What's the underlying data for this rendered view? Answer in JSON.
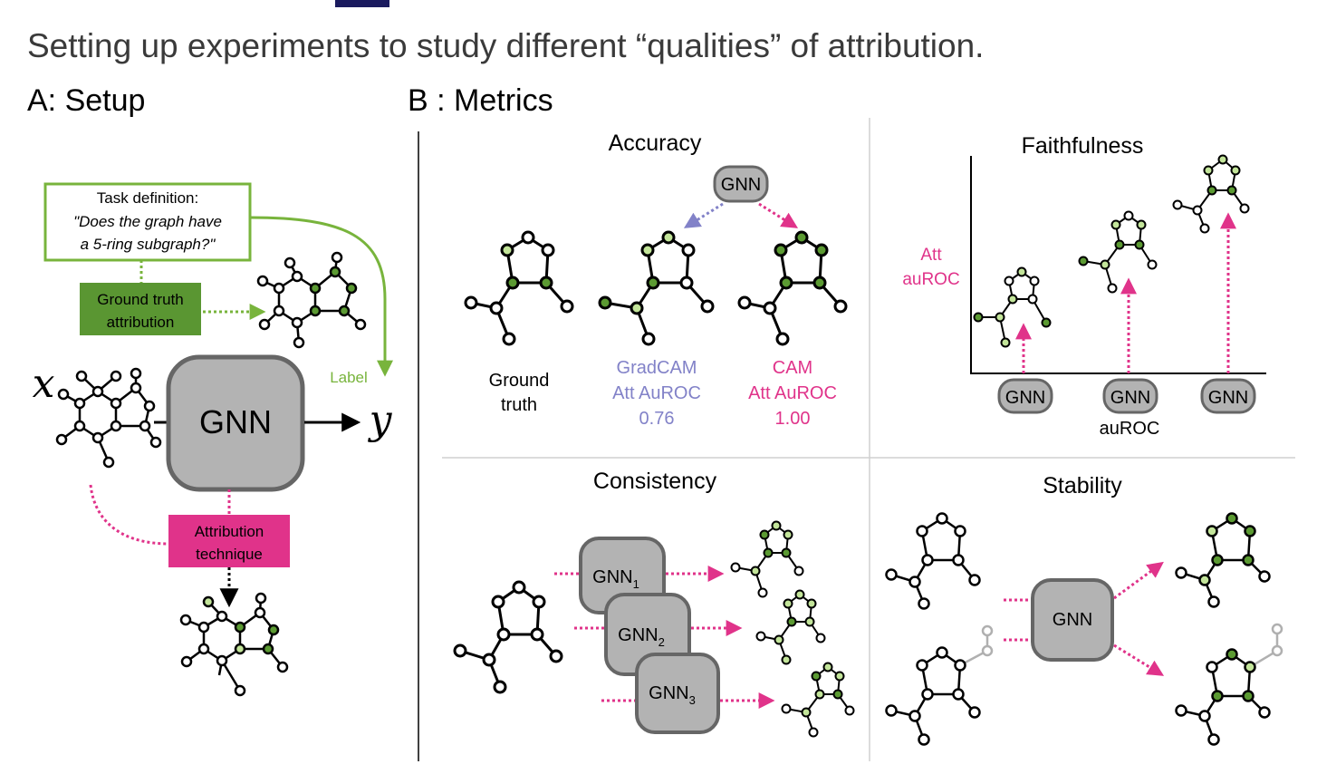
{
  "subtitle": "Setting up experiments to study different “qualities” of attribution.",
  "section_a": {
    "heading": "A: Setup",
    "task_title": "Task definition:",
    "task_line1": "\"Does the graph have",
    "task_line2": "a 5-ring subgraph?\"",
    "ground_truth_line1": "Ground truth",
    "ground_truth_line2": "attribution",
    "gnn": "GNN",
    "label": "Label",
    "x_symbol": "x",
    "y_symbol": "y",
    "attr_line1": "Attribution",
    "attr_line2": "technique"
  },
  "section_b": {
    "heading": "B : Metrics",
    "accuracy": {
      "title": "Accuracy",
      "gnn": "GNN",
      "gt_line1": "Ground",
      "gt_line2": "truth",
      "gradcam_line1": "GradCAM",
      "gradcam_line2": "Att AuROC",
      "gradcam_value": "0.76",
      "cam_line1": "CAM",
      "cam_line2": "Att AuROC",
      "cam_value": "1.00"
    },
    "faithfulness": {
      "title": "Faithfulness",
      "ylabel_line1": "Att",
      "ylabel_line2": "auROC",
      "xlabel": "auROC",
      "gnn_labels": [
        "GNN",
        "GNN",
        "GNN"
      ]
    },
    "consistency": {
      "title": "Consistency",
      "gnn_base": "GNN",
      "subscripts": [
        "1",
        "2",
        "3"
      ]
    },
    "stability": {
      "title": "Stability",
      "gnn": "GNN"
    }
  },
  "colors": {
    "green_dark": "#5b9a32",
    "green_light": "#c3e59a",
    "green_box": "#5a9632",
    "magenta": "#e0338a",
    "purple": "#8282c8",
    "gnn_fill": "#b3b3b3",
    "gnn_stroke": "#666666"
  }
}
